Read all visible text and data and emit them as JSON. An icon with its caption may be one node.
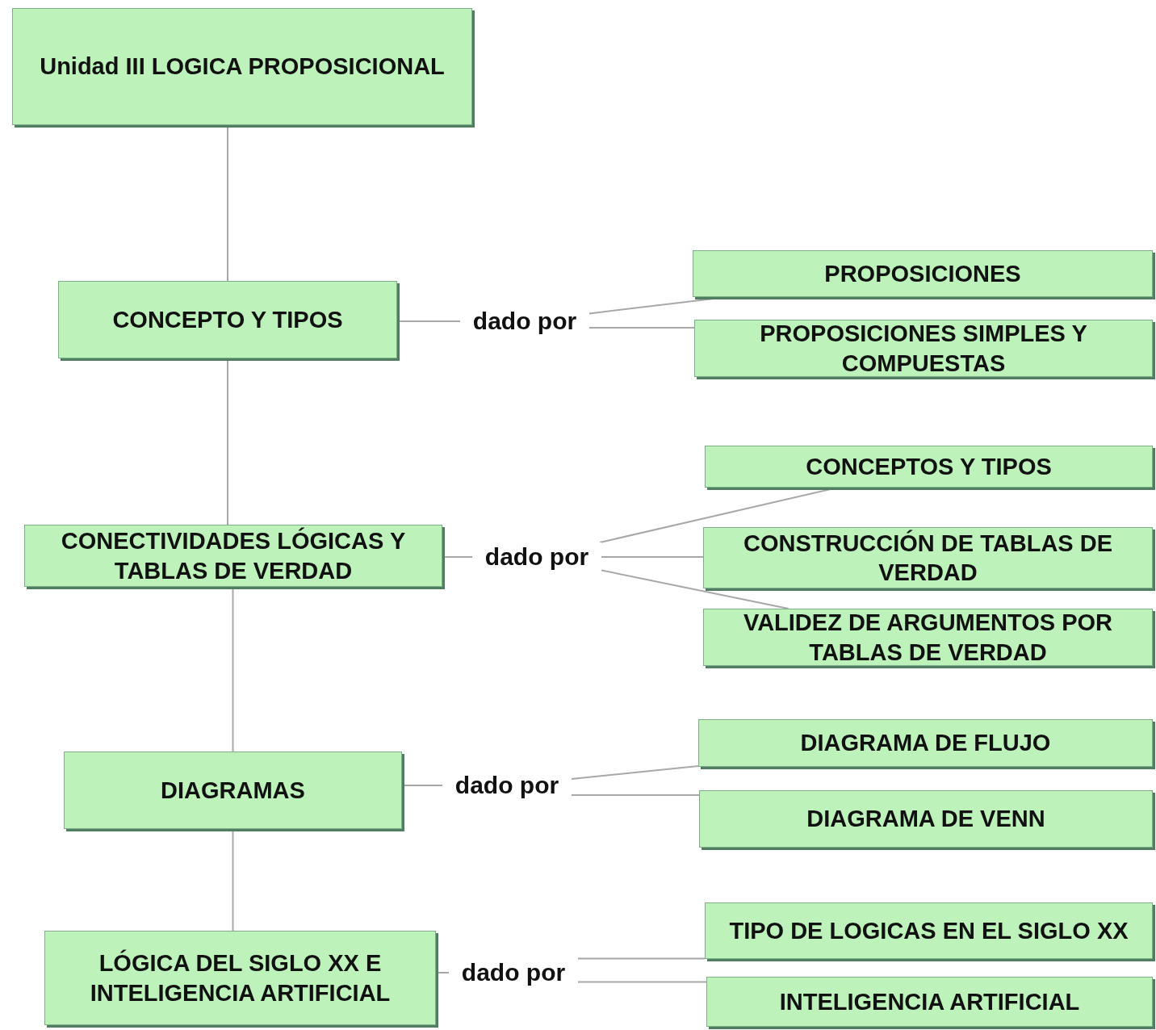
{
  "diagram": {
    "nodes": [
      {
        "text": [
          "Unidad III LOGICA PROPOSICIONAL"
        ]
      },
      {
        "text": [
          "CONCEPTO Y TIPOS"
        ]
      },
      {
        "text": [
          "dado por"
        ]
      },
      {
        "text": [
          "PROPOSICIONES"
        ]
      },
      {
        "text": [
          "PROPOSICIONES SIMPLES Y COMPUESTAS"
        ]
      },
      {
        "text": [
          "CONECTIVIDADES LÓGICAS Y TABLAS DE VERDAD"
        ]
      },
      {
        "text": [
          "dado por"
        ]
      },
      {
        "text": [
          "CONCEPTOS Y TIPOS"
        ]
      },
      {
        "text": [
          "CONSTRUCCIÓN DE TABLAS DE VERDAD"
        ]
      },
      {
        "text": [
          "VALIDEZ DE ARGUMENTOS POR TABLAS DE VERDAD"
        ]
      },
      {
        "text": [
          "DIAGRAMAS"
        ]
      },
      {
        "text": [
          "dado por"
        ]
      },
      {
        "text": [
          "DIAGRAMA DE FLUJO"
        ]
      },
      {
        "text": [
          "DIAGRAMA DE VENN"
        ]
      },
      {
        "text": [
          "LÓGICA DEL SIGLO XX E INTELIGENCIA ARTIFICIAL"
        ]
      },
      {
        "text": [
          "dado por"
        ]
      },
      {
        "text": [
          "TIPO DE LOGICAS EN EL SIGLO XX"
        ]
      },
      {
        "text": [
          "INTELIGENCIA ARTIFICIAL"
        ]
      }
    ],
    "edges": [
      {
        "from": 0,
        "to": 1,
        "arrow": "none"
      },
      {
        "from": 1,
        "to": 5,
        "arrow": "none"
      },
      {
        "from": 5,
        "to": 10,
        "arrow": "none"
      },
      {
        "from": 10,
        "to": 14,
        "arrow": "none"
      },
      {
        "from": 1,
        "to": 2,
        "arrow": "none"
      },
      {
        "from": 2,
        "to": 3,
        "arrow": "none"
      },
      {
        "from": 2,
        "to": 4,
        "arrow": "none"
      },
      {
        "from": 5,
        "to": 6,
        "arrow": "none"
      },
      {
        "from": 6,
        "to": 7,
        "arrow": "none"
      },
      {
        "from": 6,
        "to": 8,
        "arrow": "none"
      },
      {
        "from": 6,
        "to": 9,
        "arrow": "none"
      },
      {
        "from": 10,
        "to": 11,
        "arrow": "none"
      },
      {
        "from": 11,
        "to": 12,
        "arrow": "none"
      },
      {
        "from": 11,
        "to": 13,
        "arrow": "none"
      },
      {
        "from": 14,
        "to": 15,
        "arrow": "none"
      },
      {
        "from": 15,
        "to": 16,
        "arrow": "none"
      },
      {
        "from": 15,
        "to": 17,
        "arrow": "none"
      }
    ]
  }
}
